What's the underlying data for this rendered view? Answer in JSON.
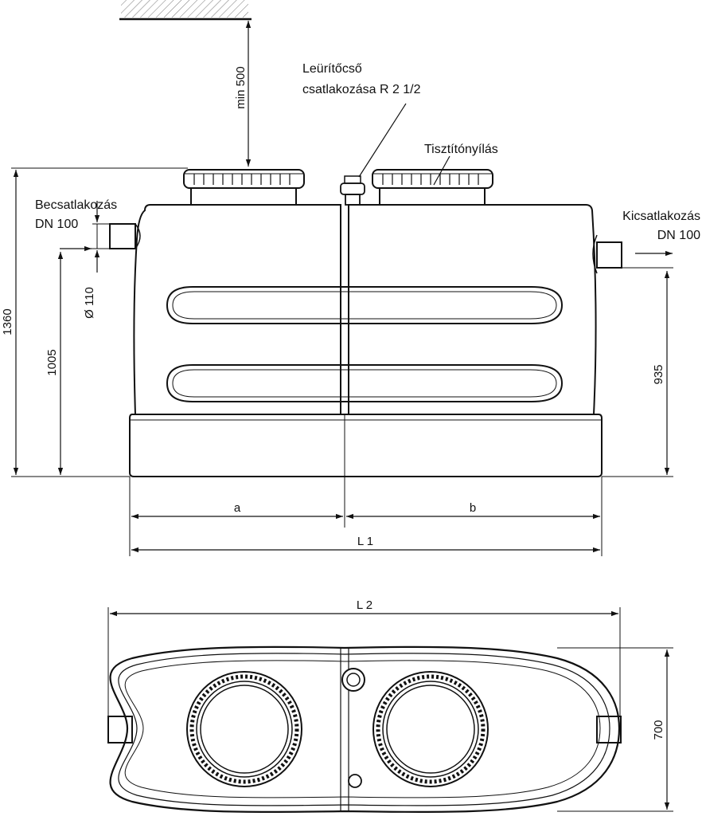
{
  "labels": {
    "drain_line1": "Leürítőcső",
    "drain_line2": "csatlakozása R 2 1/2",
    "cleaning_opening": "Tisztítónyílás",
    "inlet_line1": "Becsatlakozás",
    "inlet_line2": "DN 100",
    "outlet_line1": "Kicsatlakozás",
    "outlet_line2": "DN 100"
  },
  "dimensions": {
    "min_clearance": "min 500",
    "total_height": "1360",
    "inlet_height": "1005",
    "pipe_diameter": "Ø 110",
    "outlet_height": "935",
    "a": "a",
    "b": "b",
    "l1": "L 1",
    "l2": "L 2",
    "width": "700"
  },
  "colors": {
    "line": "#111111",
    "background": "#ffffff"
  }
}
